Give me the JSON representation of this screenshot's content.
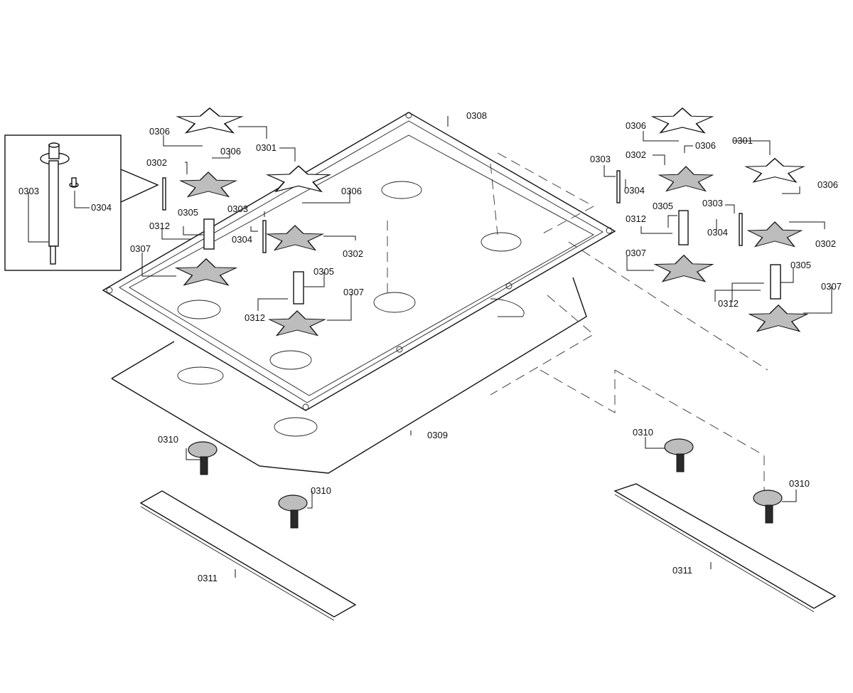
{
  "diagram": {
    "type": "exploded parts diagram",
    "subject": "gas cooktop burner assembly",
    "callouts": [
      {
        "id": "c1",
        "label": "0306",
        "part": "screw (left burner cap)"
      },
      {
        "id": "c2",
        "label": "0306",
        "part": "screw (left burner cap)"
      },
      {
        "id": "c3",
        "label": "0301",
        "part": "burner cap (left)"
      },
      {
        "id": "c4",
        "label": "0302",
        "part": "burner head (left)"
      },
      {
        "id": "c5",
        "label": "0303",
        "part": "electrode (inset)"
      },
      {
        "id": "c6",
        "label": "0304",
        "part": "screw (inset)"
      },
      {
        "id": "c7",
        "label": "0305",
        "part": "tube (left)"
      },
      {
        "id": "c8",
        "label": "0312",
        "part": "screw (left)"
      },
      {
        "id": "c9",
        "label": "0307",
        "part": "burner base (left)"
      },
      {
        "id": "c10",
        "label": "0301",
        "part": "burner cap (center)"
      },
      {
        "id": "c11",
        "label": "0306",
        "part": "screw (center)"
      },
      {
        "id": "c12",
        "label": "0303",
        "part": "electrode (center)"
      },
      {
        "id": "c13",
        "label": "0304",
        "part": "screw (center)"
      },
      {
        "id": "c14",
        "label": "0302",
        "part": "burner head (center)"
      },
      {
        "id": "c15",
        "label": "0305",
        "part": "tube (center)"
      },
      {
        "id": "c16",
        "label": "0307",
        "part": "burner base (center)"
      },
      {
        "id": "c17",
        "label": "0312",
        "part": "screw (center)"
      },
      {
        "id": "c18",
        "label": "0308",
        "part": "cooktop tray"
      },
      {
        "id": "c19",
        "label": "0309",
        "part": "heat shield plate"
      },
      {
        "id": "c20",
        "label": "0310",
        "part": "gas valve (left)"
      },
      {
        "id": "c21",
        "label": "0310",
        "part": "gas valve (left-center)"
      },
      {
        "id": "c22",
        "label": "0311",
        "part": "mounting rail (left)"
      },
      {
        "id": "c23",
        "label": "0306",
        "part": "screw (right)"
      },
      {
        "id": "c24",
        "label": "0306",
        "part": "screw (right)"
      },
      {
        "id": "c25",
        "label": "0301",
        "part": "burner cap (right)"
      },
      {
        "id": "c26",
        "label": "0303",
        "part": "electrode (right)"
      },
      {
        "id": "c27",
        "label": "0302",
        "part": "burner head (right)"
      },
      {
        "id": "c28",
        "label": "0304",
        "part": "screw (right)"
      },
      {
        "id": "c29",
        "label": "0305",
        "part": "tube (right)"
      },
      {
        "id": "c30",
        "label": "0312",
        "part": "screw (right)"
      },
      {
        "id": "c31",
        "label": "0307",
        "part": "burner base (right)"
      },
      {
        "id": "c32",
        "label": "0306",
        "part": "screw (far right)"
      },
      {
        "id": "c33",
        "label": "0303",
        "part": "electrode (far right)"
      },
      {
        "id": "c34",
        "label": "0304",
        "part": "screw (far right)"
      },
      {
        "id": "c35",
        "label": "0302",
        "part": "burner head (far right)"
      },
      {
        "id": "c36",
        "label": "0305",
        "part": "tube (far right)"
      },
      {
        "id": "c37",
        "label": "0307",
        "part": "burner base (far right)"
      },
      {
        "id": "c38",
        "label": "0312",
        "part": "screw (far right)"
      },
      {
        "id": "c39",
        "label": "0310",
        "part": "gas valve (right)"
      },
      {
        "id": "c40",
        "label": "0310",
        "part": "gas valve (far right)"
      },
      {
        "id": "c41",
        "label": "0311",
        "part": "mounting rail (right)"
      }
    ]
  }
}
